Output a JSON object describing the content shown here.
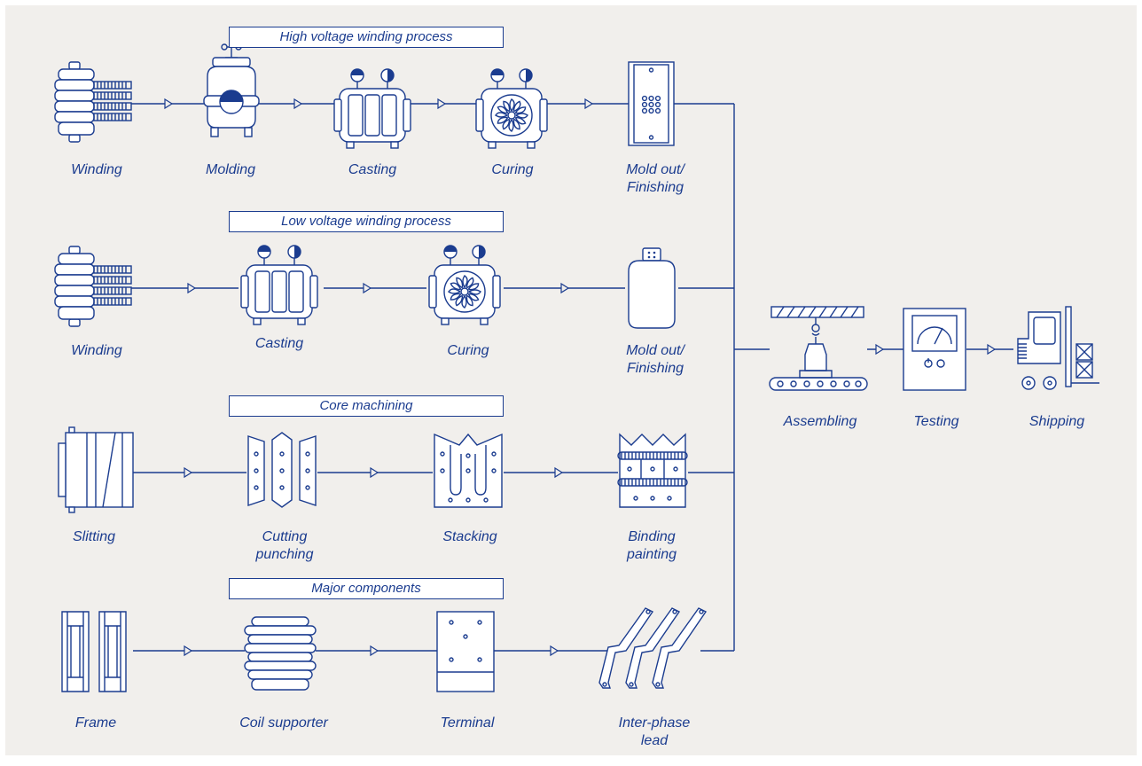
{
  "colors": {
    "line": "#1b3c8f",
    "background": "#f1efec"
  },
  "sections": [
    {
      "title": "High voltage winding process",
      "steps": [
        "Winding",
        "Molding",
        "Casting",
        "Curing",
        "Mold out/\nFinishing"
      ]
    },
    {
      "title": "Low voltage winding process",
      "steps": [
        "Winding",
        "Casting",
        "Curing",
        "Mold out/\nFinishing"
      ]
    },
    {
      "title": "Core machining",
      "steps": [
        "Slitting",
        "Cutting\npunching",
        "Stacking",
        "Binding\npainting"
      ]
    },
    {
      "title": "Major components",
      "steps": [
        "Frame",
        "Coil supporter",
        "Terminal",
        "Inter-phase\nlead"
      ]
    }
  ],
  "final": {
    "steps": [
      "Assembling",
      "Testing",
      "Shipping"
    ]
  }
}
